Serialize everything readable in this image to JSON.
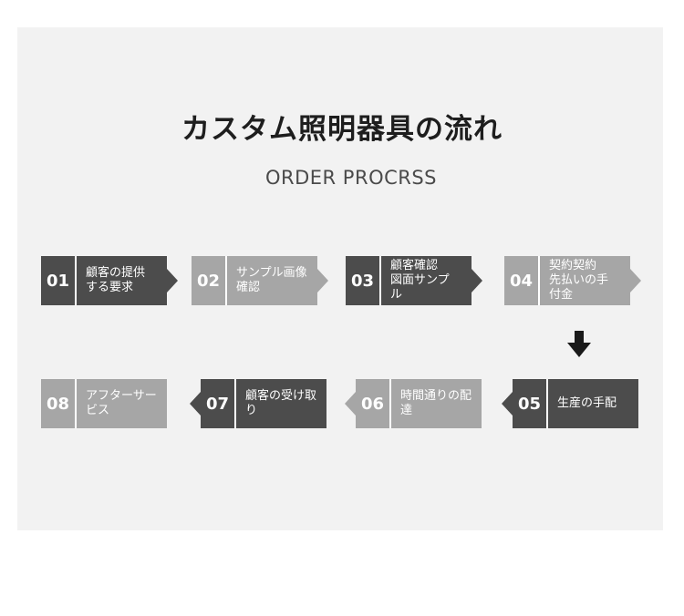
{
  "header": {
    "title": "カスタム照明器具の流れ",
    "subtitle": "ORDER PROCRSS"
  },
  "steps": [
    {
      "num": "01",
      "label": "顧客の提供\nする要求",
      "shade": "dark"
    },
    {
      "num": "02",
      "label": "サンプル画像\n確認",
      "shade": "light"
    },
    {
      "num": "03",
      "label": "顧客確認\n図面サンプ\nル",
      "shade": "dark"
    },
    {
      "num": "04",
      "label": "契約契約\n先払いの手\n付金",
      "shade": "light"
    },
    {
      "num": "05",
      "label": "生産の手配",
      "shade": "dark"
    },
    {
      "num": "06",
      "label": "時間通りの配達",
      "shade": "light"
    },
    {
      "num": "07",
      "label": "顧客の受け取り",
      "shade": "dark"
    },
    {
      "num": "08",
      "label": "アフターサービス",
      "shade": "light"
    }
  ],
  "colors": {
    "dark": "#4c4c4c",
    "light": "#a6a6a6",
    "background": "#f2f2f2",
    "arrow": "#1a1a1a"
  },
  "icons": {
    "down_arrow": "arrow-down-icon"
  }
}
